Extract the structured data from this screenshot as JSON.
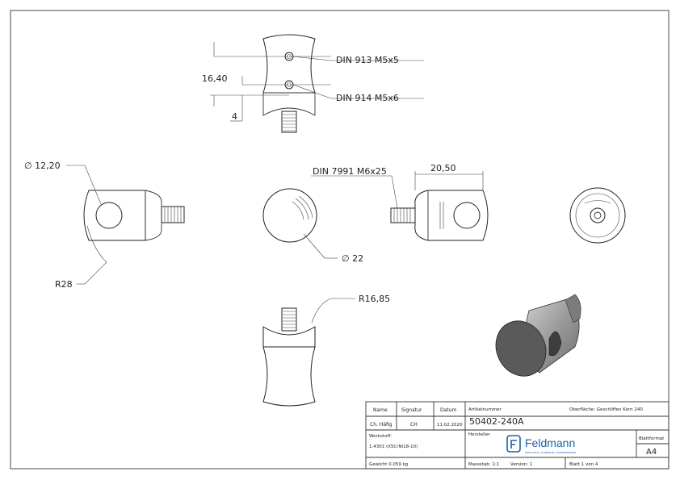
{
  "dimensions": {
    "set_screw_1": "DIN 913 M5x5",
    "set_screw_2": "DIN 914 M5x6",
    "height": "16,40",
    "offset": "4",
    "hole_diameter": "∅ 12,20",
    "cylinder_diameter": "∅ 22",
    "radius_side": "R28",
    "radius_saddle": "R16,85",
    "bolt": "DIN 7991 M6x25",
    "width": "20,50"
  },
  "titleblock": {
    "name_label": "Name",
    "signature_label": "Signatur",
    "date_label": "Datum",
    "name_value": "Ch. Häfig",
    "signature_value": "CH",
    "date_value": "11.02.2020",
    "article_label": "Artikelnummer",
    "surface_text": "Oberfläche: Geschliffen Korn 240",
    "article_number": "50402-240A",
    "material_label": "Werkstoff:",
    "material_value": "1.4301 (X5CrNi18-10)",
    "manufacturer_label": "Hersteller",
    "brand": "Feldmann",
    "brand_tagline": "EDELSTAHL, ALUMINIUM, SCHMIEDEEISEN",
    "format_label": "Blattformat",
    "format_value": "A4",
    "weight": "Gewicht 0.059 kg",
    "scale": "Massstab: 1:1",
    "version": "Version: 1",
    "sheet": "Blatt 1 von 4"
  }
}
